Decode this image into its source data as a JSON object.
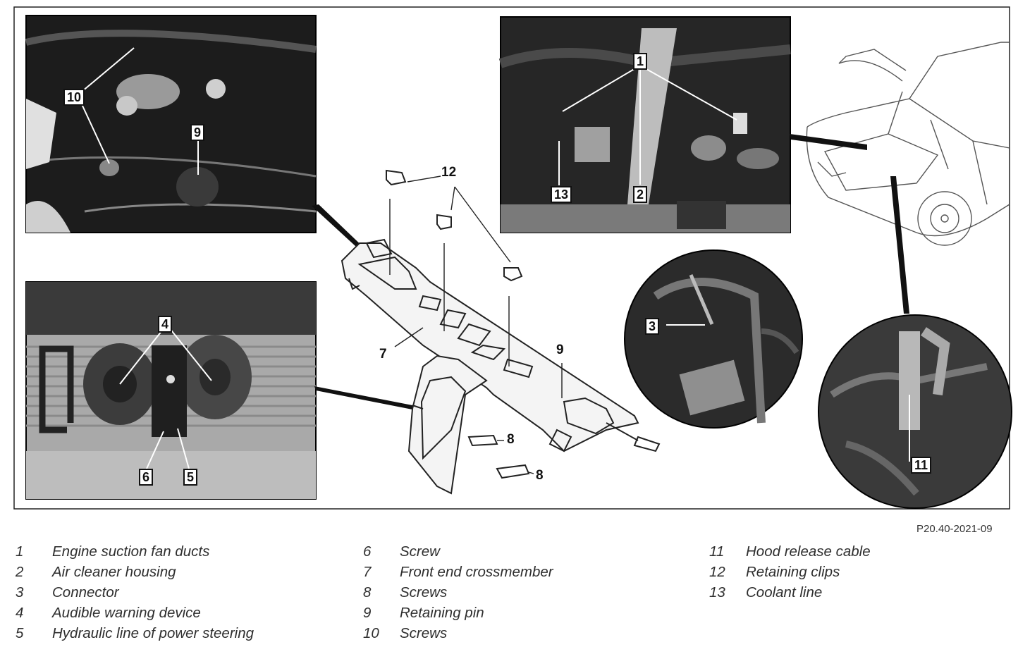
{
  "figure": {
    "figure_id": "P20.40-2021-09",
    "callouts": {
      "c1": "1",
      "c2": "2",
      "c3": "3",
      "c4": "4",
      "c5": "5",
      "c6": "6",
      "c7": "7",
      "c8a": "8",
      "c8b": "8",
      "c9": "9",
      "c10": "10",
      "c11": "11",
      "c12": "12",
      "c13": "13"
    }
  },
  "legend": [
    [
      {
        "num": "1",
        "text": "Engine suction fan ducts"
      },
      {
        "num": "2",
        "text": "Air cleaner housing"
      },
      {
        "num": "3",
        "text": "Connector"
      },
      {
        "num": "4",
        "text": "Audible warning device"
      },
      {
        "num": "5",
        "text": "Hydraulic line of power steering"
      }
    ],
    [
      {
        "num": "6",
        "text": "Screw"
      },
      {
        "num": "7",
        "text": "Front end crossmember"
      },
      {
        "num": "8",
        "text": "Screws"
      },
      {
        "num": "9",
        "text": "Retaining pin"
      },
      {
        "num": "10",
        "text": "Screws"
      }
    ],
    [
      {
        "num": "11",
        "text": "Hood release cable"
      },
      {
        "num": "12",
        "text": "Retaining clips"
      },
      {
        "num": "13",
        "text": "Coolant line"
      }
    ]
  ]
}
